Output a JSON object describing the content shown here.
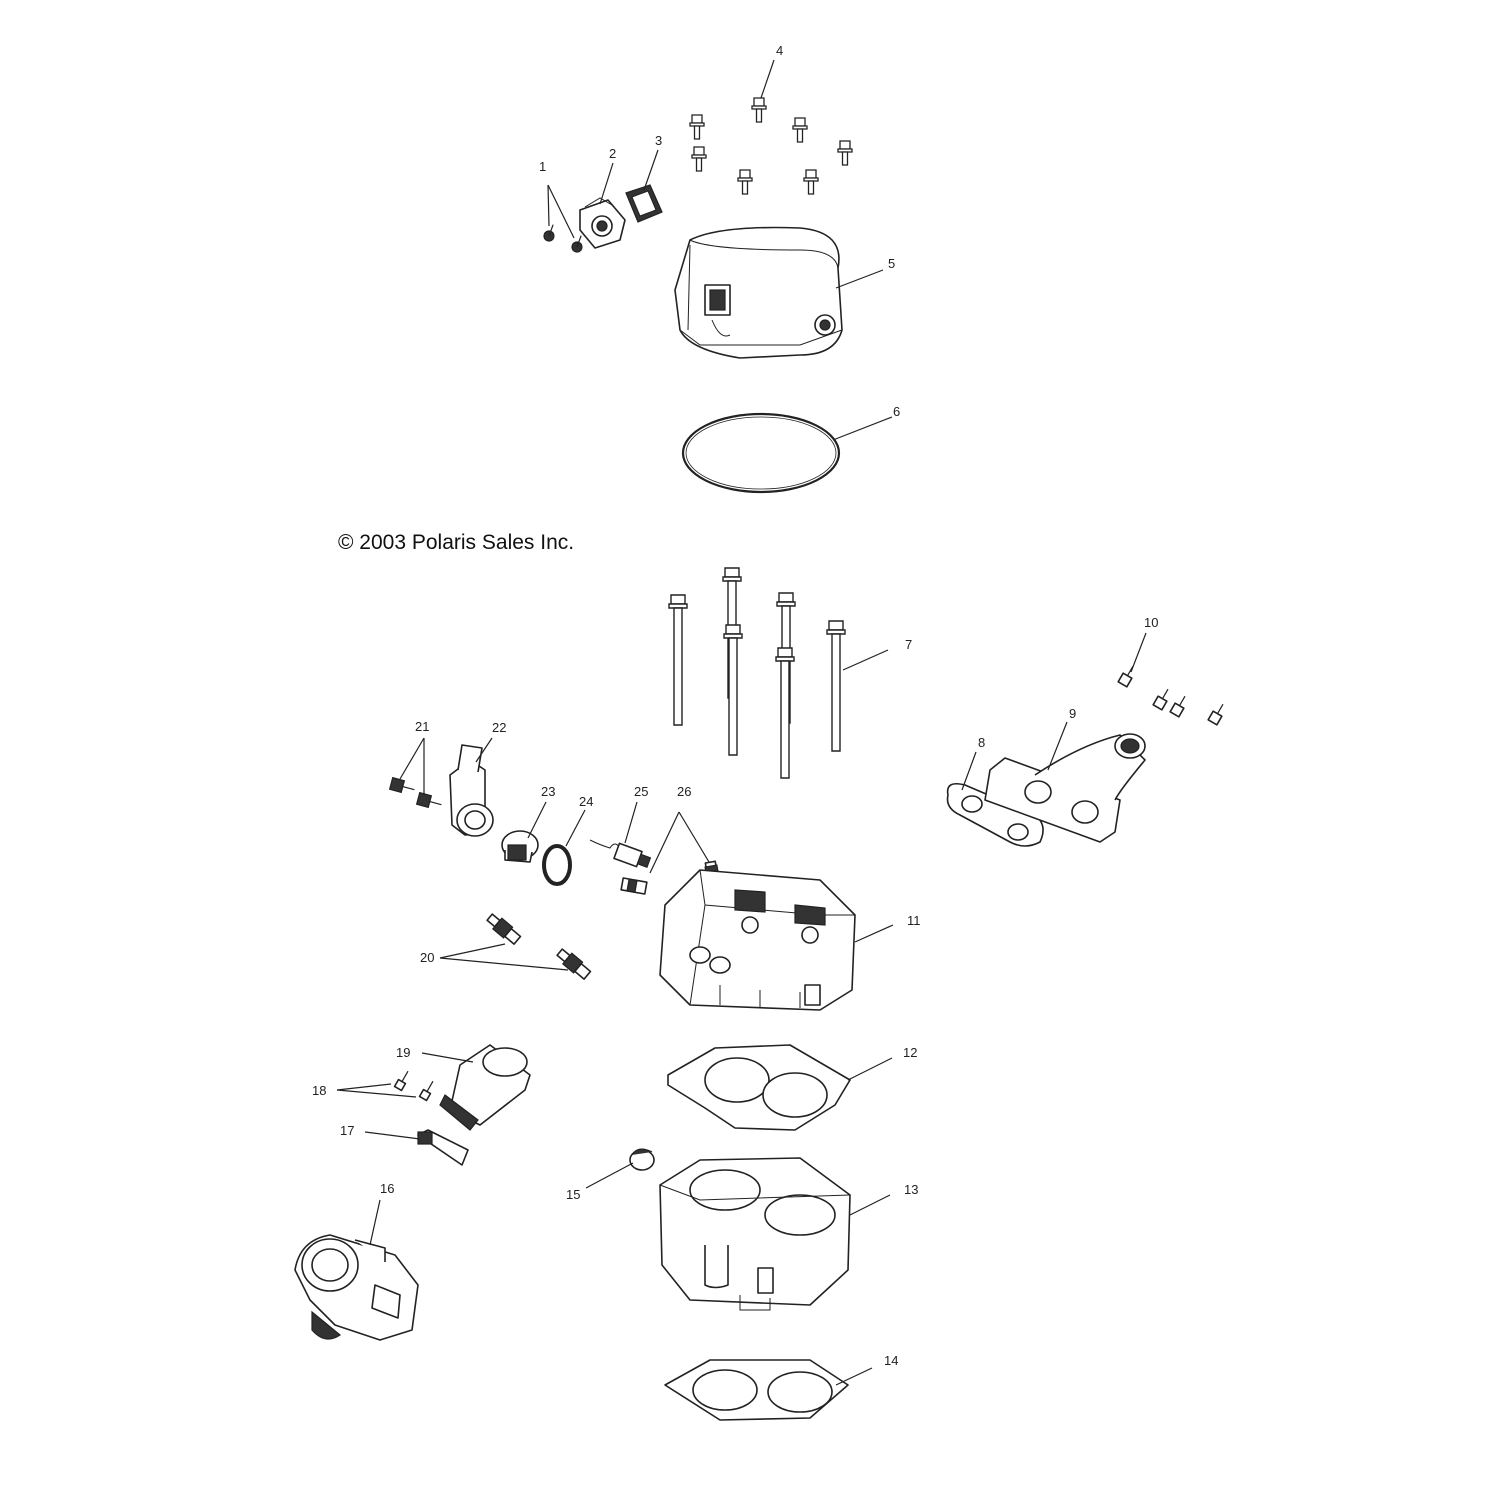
{
  "copyright": "© 2003 Polaris Sales Inc.",
  "callouts": [
    "1",
    "2",
    "3",
    "4",
    "5",
    "6",
    "7",
    "8",
    "9",
    "10",
    "11",
    "12",
    "13",
    "14",
    "15",
    "16",
    "17",
    "18",
    "19",
    "20",
    "21",
    "22",
    "23",
    "24",
    "25",
    "26"
  ]
}
